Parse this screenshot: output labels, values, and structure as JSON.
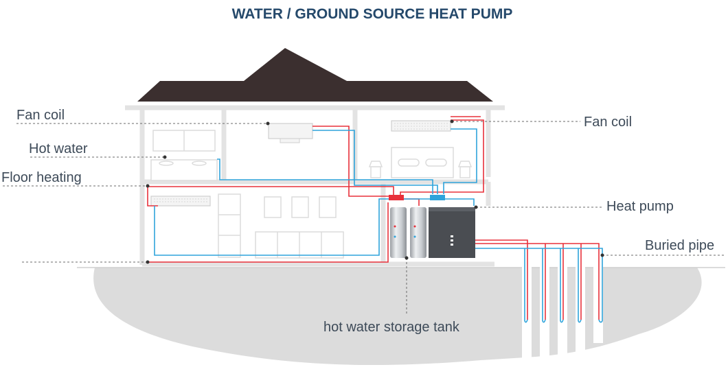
{
  "title": "WATER / GROUND SOURCE HEAT PUMP",
  "labels": {
    "fan_coil_left": "Fan coil",
    "hot_water": "Hot water",
    "floor_heating": "Floor heating",
    "fan_coil_right": "Fan coil",
    "heat_pump": "Heat pump",
    "buried_pipe": "Buried pipe",
    "hot_water_storage_tank": "hot water storage tank"
  },
  "colors": {
    "title": "#25496b",
    "label": "#3d4a58",
    "roof": "#3b2f2f",
    "ground": "#dcdcdc",
    "supply_pipe": "#e8303a",
    "return_pipe": "#2ea3db",
    "heat_pump_unit": "#4a4d52",
    "walls": "#e3e3e3"
  }
}
